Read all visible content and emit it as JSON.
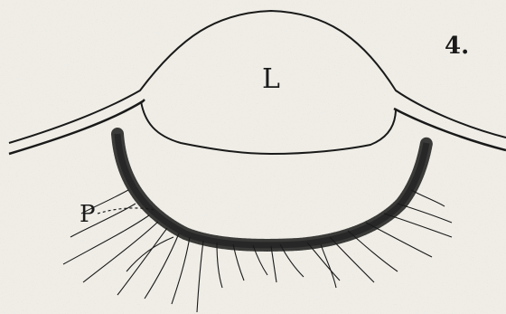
{
  "figure": {
    "number_label": "4.",
    "lens_label": "L",
    "pigment_label": "P"
  },
  "colors": {
    "background": "#efede6",
    "ink": "#1a1a1a"
  }
}
